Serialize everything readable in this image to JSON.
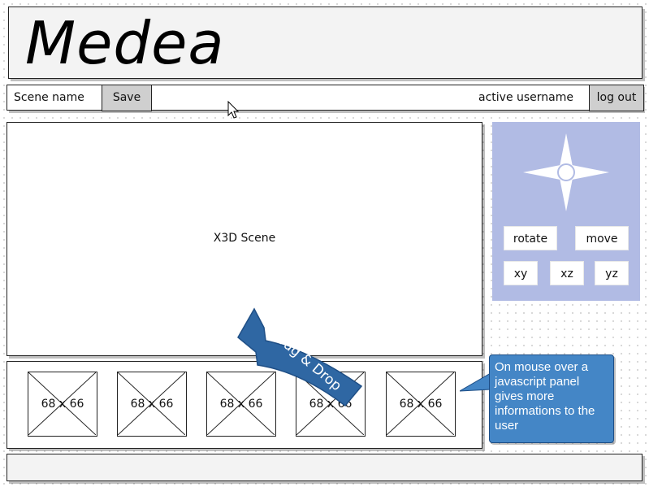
{
  "header": {
    "logo_text": "Medea"
  },
  "toolbar": {
    "scene_name_label": "Scene name",
    "save_label": "Save",
    "active_username": "active username",
    "logout_label": "log out"
  },
  "scene": {
    "label": "X3D Scene"
  },
  "navigation": {
    "rotate_label": "rotate",
    "move_label": "move",
    "xy_label": "xy",
    "xz_label": "xz",
    "yz_label": "yz",
    "panel_color": "#b1bbe4"
  },
  "tray": {
    "thumbnails": [
      {
        "label": "68 x 66"
      },
      {
        "label": "68 x 66"
      },
      {
        "label": "68 x 66"
      },
      {
        "label": "68 x 66"
      },
      {
        "label": "68 x 66"
      }
    ]
  },
  "drag_hint": {
    "text": "Drag & Drop",
    "color": "#2f67a3"
  },
  "tooltip": {
    "text": "On mouse over a javascript panel gives more informations to the user",
    "color": "#4486c6"
  }
}
